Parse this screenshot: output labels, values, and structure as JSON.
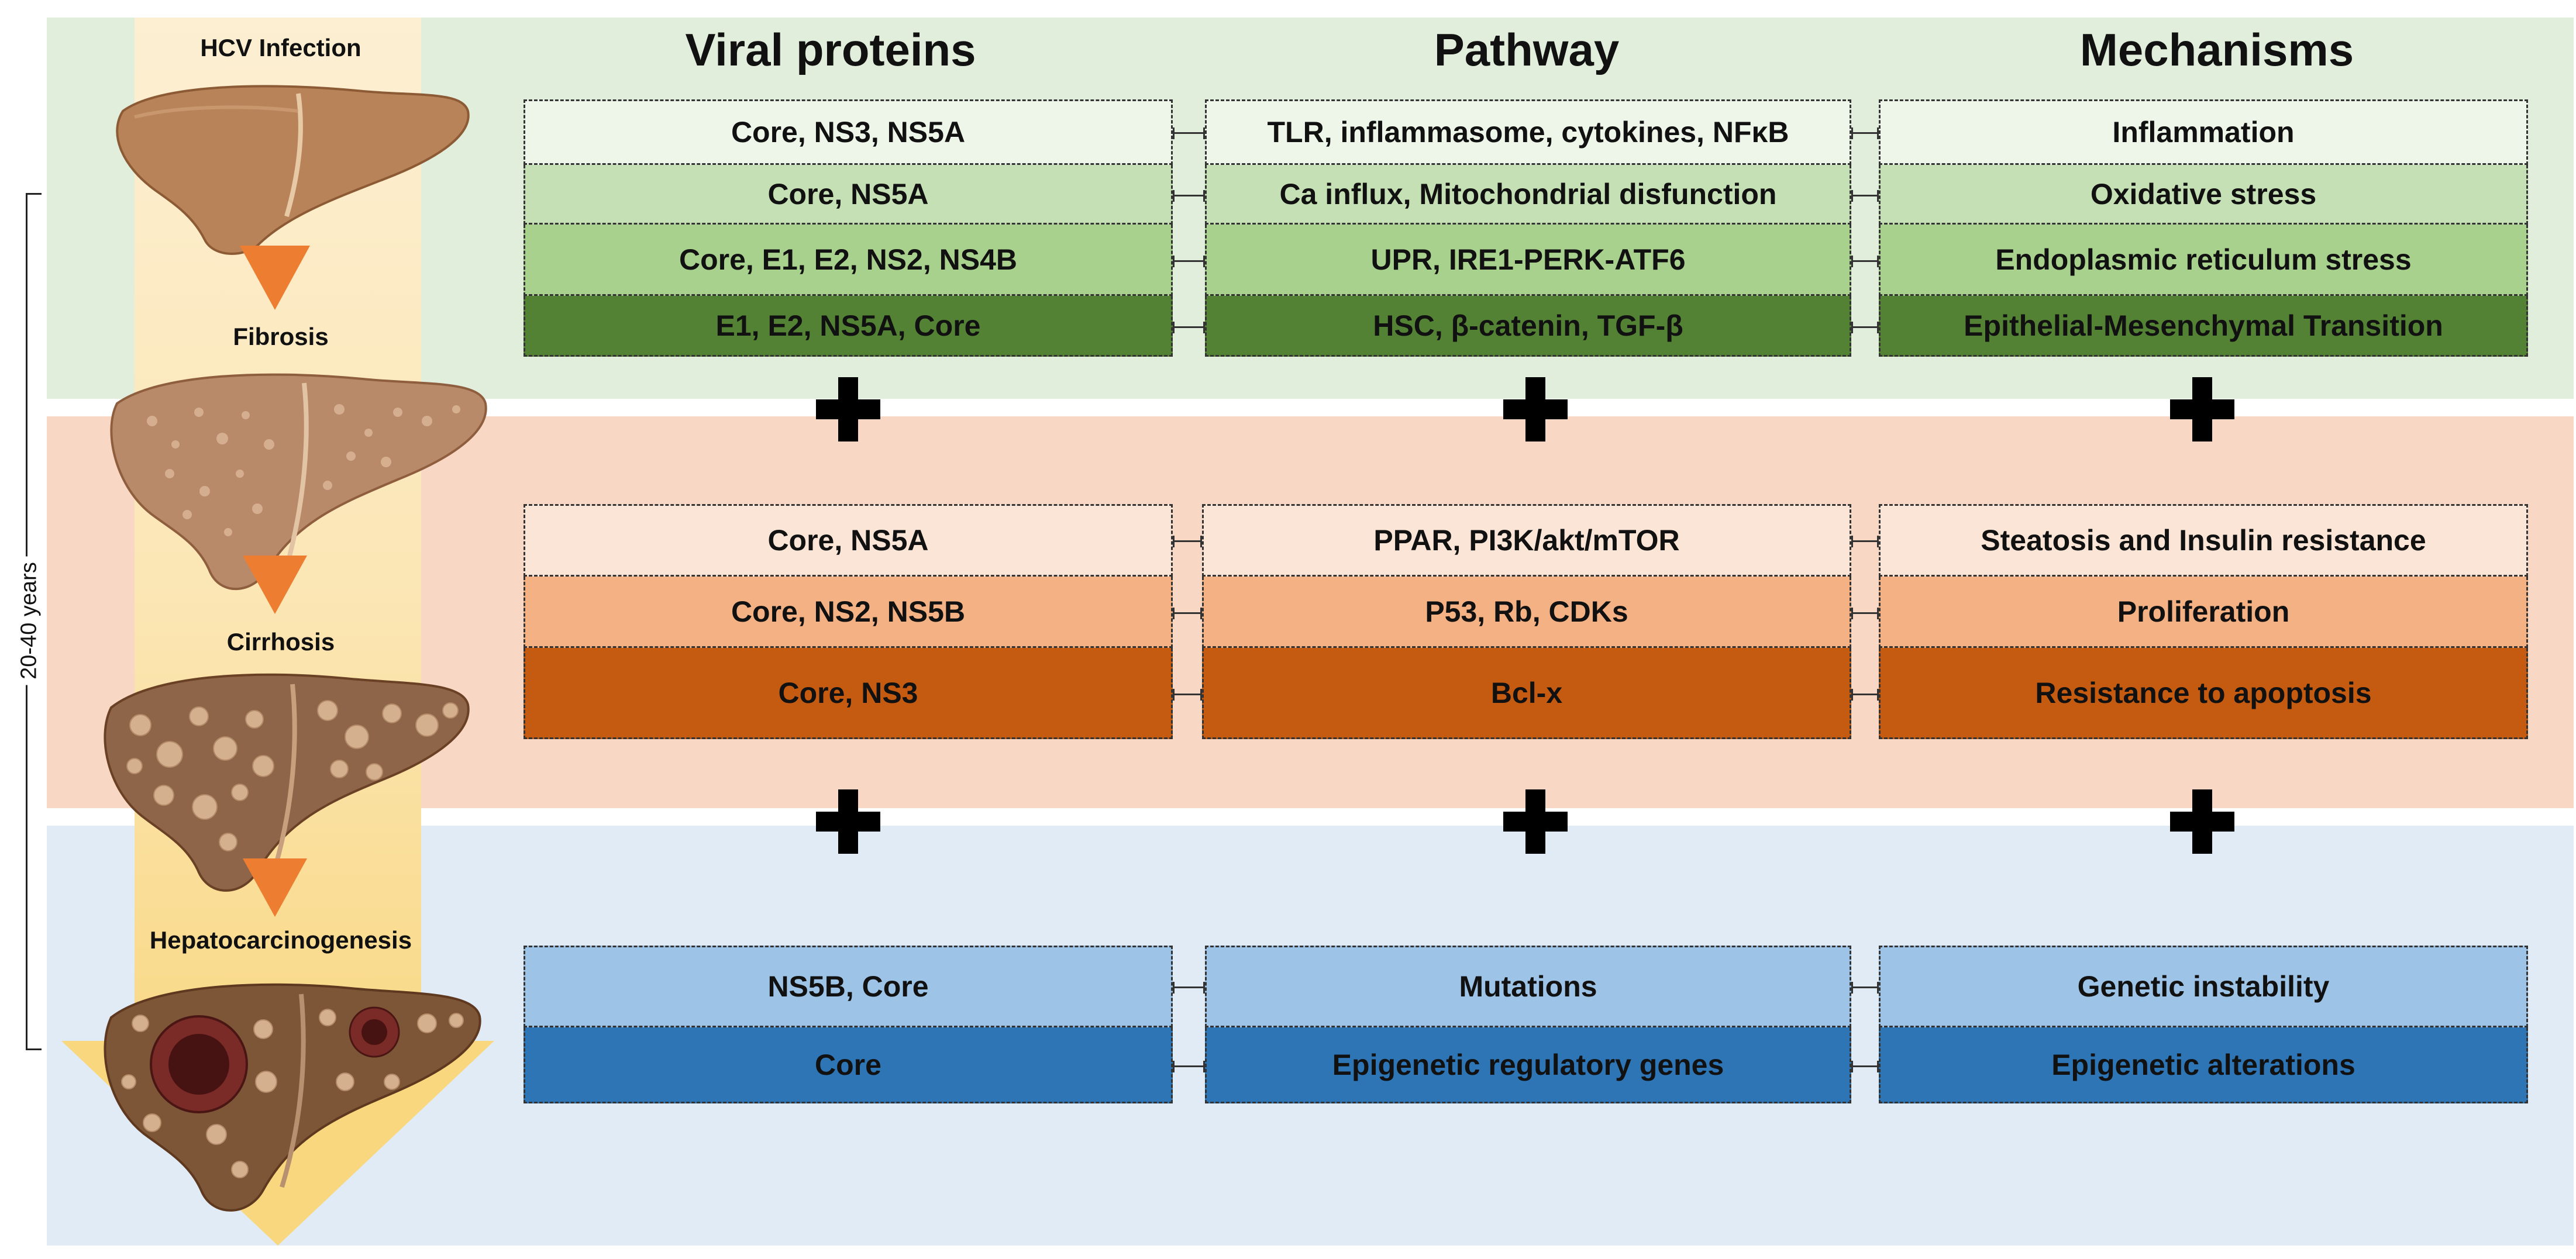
{
  "stages": {
    "infection": "HCV Infection",
    "fibrosis": "Fibrosis",
    "cirrhosis": "Cirrhosis",
    "hcc": "Hepatocarcinogenesis"
  },
  "timeline_label": "20-40 years",
  "headers": {
    "viral": "Viral proteins",
    "pathway": "Pathway",
    "mechanisms": "Mechanisms"
  },
  "groups": [
    {
      "rows": [
        {
          "viral": "Core, NS3, NS5A",
          "pathway": "TLR, inflammasome, cytokines, NFκB",
          "mechanism": "Inflammation",
          "color": "#eef5e9"
        },
        {
          "viral": "Core, NS5A",
          "pathway": "Ca influx, Mitochondrial disfunction",
          "mechanism": "Oxidative stress",
          "color": "#c5e0b4"
        },
        {
          "viral": "Core, E1, E2, NS2, NS4B",
          "pathway": "UPR, IRE1-PERK-ATF6",
          "mechanism": "Endoplasmic reticulum stress",
          "color": "#a9d18e"
        },
        {
          "viral": "E1, E2, NS5A, Core",
          "pathway": "HSC, β-catenin, TGF-β",
          "mechanism": "Epithelial-Mesenchymal Transition",
          "color": "#548235"
        }
      ]
    },
    {
      "rows": [
        {
          "viral": "Core, NS5A",
          "pathway": "PPAR, PI3K/akt/mTOR",
          "mechanism": "Steatosis and Insulin resistance",
          "color": "#fbe5d6"
        },
        {
          "viral": "Core, NS2, NS5B",
          "pathway": "P53, Rb, CDKs",
          "mechanism": "Proliferation",
          "color": "#f4b183"
        },
        {
          "viral": "Core, NS3",
          "pathway": "Bcl-x",
          "mechanism": "Resistance to apoptosis",
          "color": "#c55a11"
        }
      ]
    },
    {
      "rows": [
        {
          "viral": "NS5B, Core",
          "pathway": "Mutations",
          "mechanism": "Genetic instability",
          "color": "#9dc3e6"
        },
        {
          "viral": "Core",
          "pathway": "Epigenetic regulatory genes",
          "mechanism": "Epigenetic alterations",
          "color": "#2e75b6"
        }
      ]
    }
  ]
}
